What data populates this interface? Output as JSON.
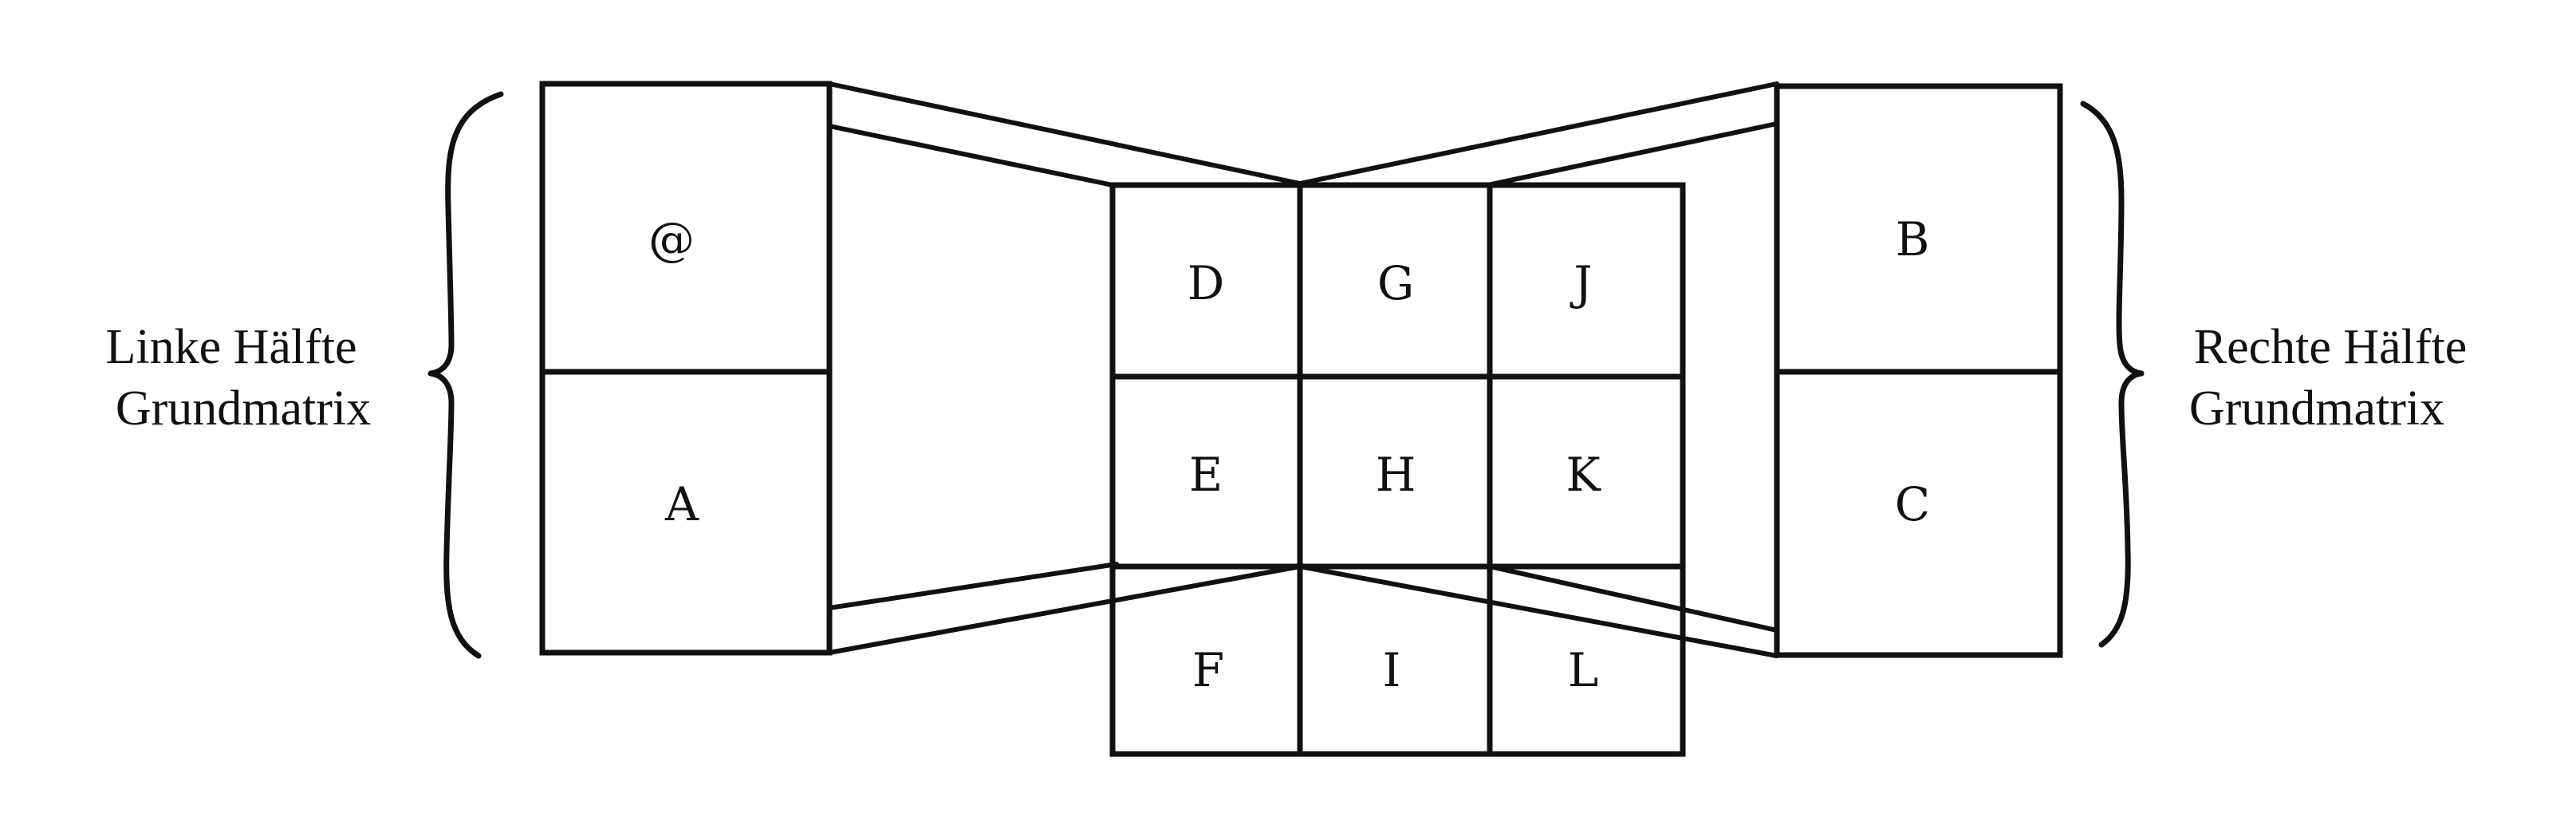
{
  "left_matrix": {
    "cells": [
      "@",
      "A"
    ],
    "label_lines": [
      "Linke Hälfte",
      "Grundmatrix"
    ]
  },
  "right_matrix": {
    "cells": [
      "B",
      "C"
    ],
    "label_lines": [
      "Rechte Hälfte",
      "Grundmatrix"
    ]
  },
  "center_grid": {
    "rows": [
      [
        "D",
        "G",
        "J"
      ],
      [
        "E",
        "H",
        "K"
      ],
      [
        "F",
        "I",
        "L"
      ]
    ]
  },
  "colors": {
    "ink": "#111111",
    "background": "#ffffff"
  }
}
